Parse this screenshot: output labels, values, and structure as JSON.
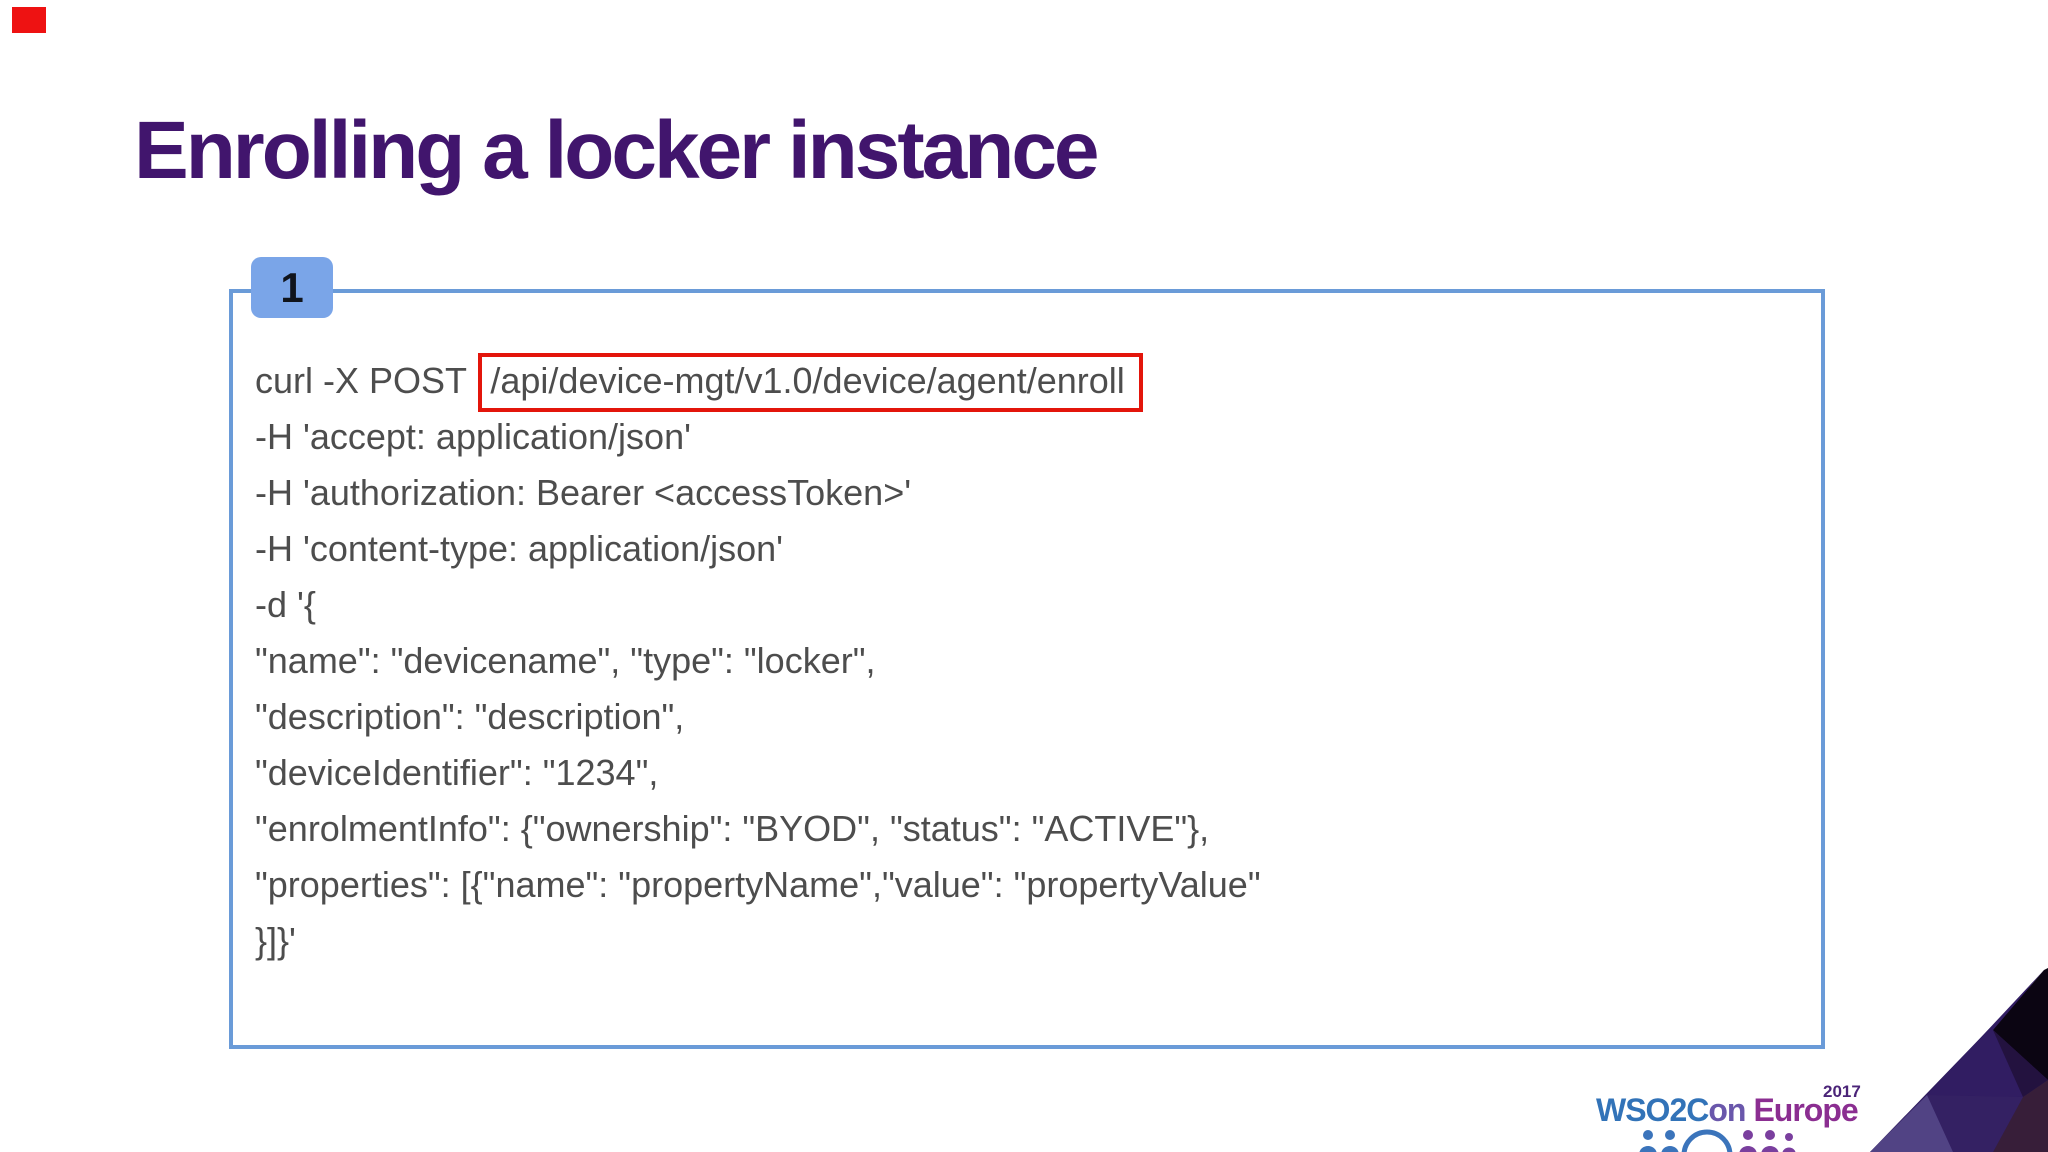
{
  "slide": {
    "title": "Enrolling a locker instance",
    "badge": {
      "label": "1"
    },
    "code": {
      "line1_prefix": "curl -X POST ",
      "line1_url": "/api/device-mgt/v1.0/device/agent/enroll",
      "lines": [
        "-H 'accept: application/json'",
        "-H 'authorization: Bearer <accessToken>'",
        "-H 'content-type: application/json'",
        "-d '{",
        "\"name\": \"devicename\", \"type\": \"locker\",",
        "\"description\": \"description\",",
        "\"deviceIdentifier\": \"1234\",",
        "\"enrolmentInfo\": {\"ownership\": \"BYOD\", \"status\": \"ACTIVE\"},",
        "\"properties\": [{\"name\": \"propertyName\",\"value\": \"propertyValue\"",
        "}]}'"
      ]
    },
    "logo": {
      "part1": "WSO2C",
      "part2": "on",
      "part3": "Europe",
      "year": "2017"
    },
    "colors": {
      "title_purple": "#41156d",
      "panel_border_blue": "#6a9bd8",
      "badge_blue": "#7aa5e8",
      "highlight_red": "#e3150b",
      "code_text_gray": "#4d4d4d",
      "logo_blue": "#3273b8",
      "logo_purple": "#8b2e91",
      "corner_dark_purple": "#2e1b5e"
    }
  }
}
